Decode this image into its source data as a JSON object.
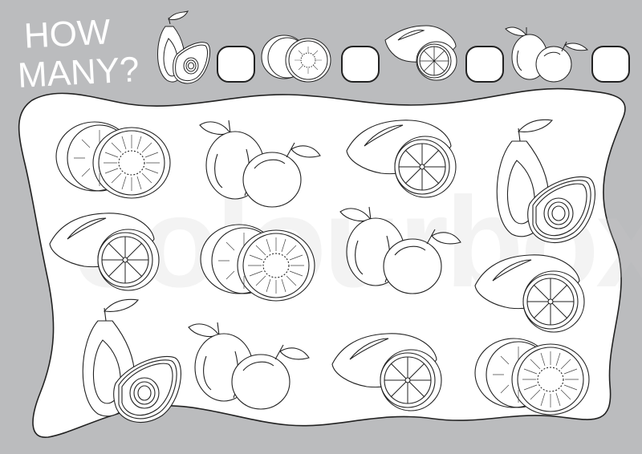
{
  "header": {
    "title_line1": "HOW",
    "title_line2": "MANY?"
  },
  "answer_row": [
    {
      "fruit": "avocado",
      "icon": "avocado-icon",
      "answer": ""
    },
    {
      "fruit": "kiwi",
      "icon": "kiwi-icon",
      "answer": ""
    },
    {
      "fruit": "lemon",
      "icon": "lemon-icon",
      "answer": ""
    },
    {
      "fruit": "plum",
      "icon": "plum-icon",
      "answer": ""
    }
  ],
  "grid": {
    "rows": [
      [
        "kiwi",
        "plum",
        "lemon",
        "avocado"
      ],
      [
        "lemon",
        "kiwi",
        "plum",
        "lemon"
      ],
      [
        "avocado",
        "plum",
        "lemon",
        "kiwi"
      ]
    ]
  },
  "watermark": "colourbox",
  "colors": {
    "background": "#bbbcbe",
    "panel": "#ffffff",
    "outline": "#222222",
    "title": "#ffffff"
  }
}
